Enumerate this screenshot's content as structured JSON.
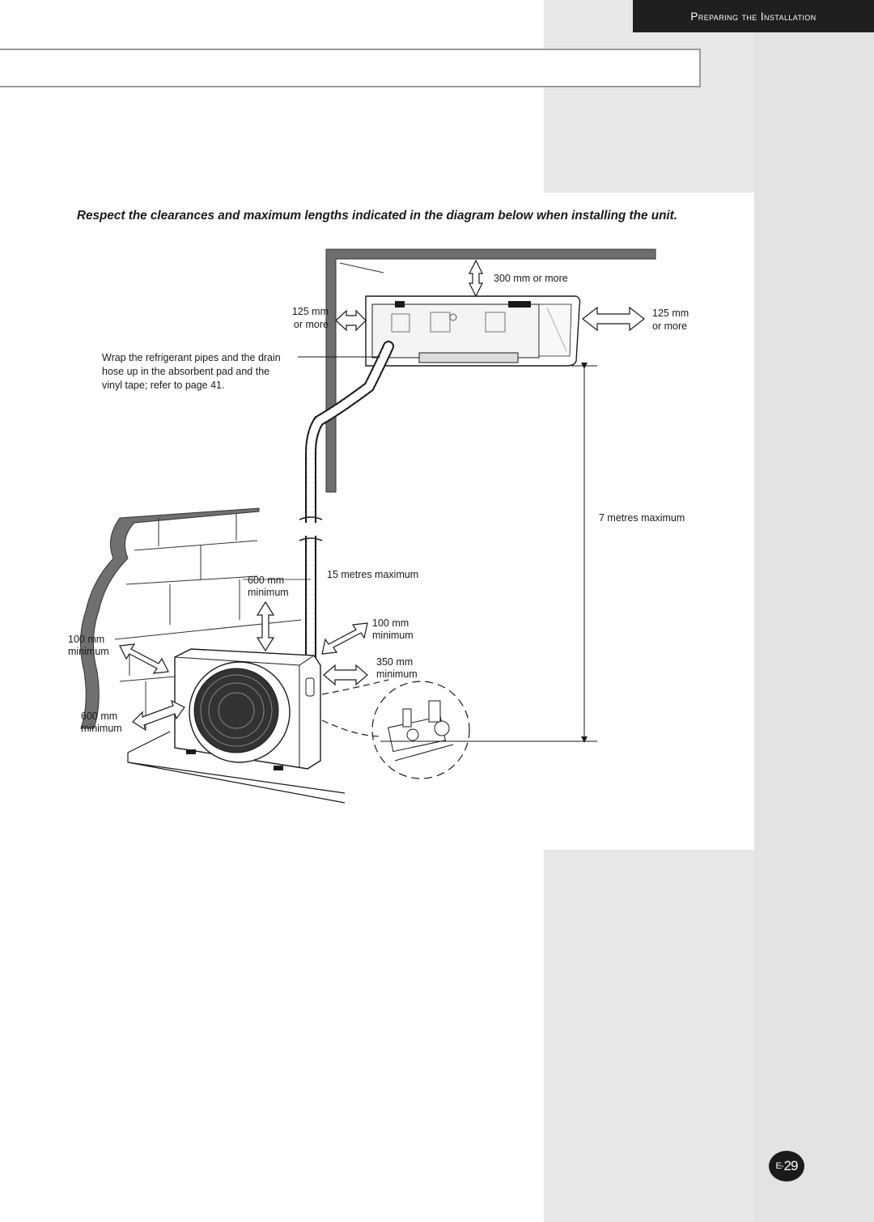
{
  "header": {
    "section_title": "Preparing the Installation"
  },
  "instruction": "Respect the clearances and maximum lengths indicated in the diagram below when installing the unit.",
  "diagram": {
    "top_clearance": "300 mm or more",
    "left_clearance_value": "125 mm",
    "left_clearance_suffix": "or more",
    "right_clearance_value": "125 mm",
    "right_clearance_suffix": "or more",
    "wrap_note_line1": "Wrap the refrigerant pipes and the drain",
    "wrap_note_line2": "hose up in the absorbent pad and the",
    "wrap_note_line3": "vinyl tape; refer to page 41.",
    "height_limit": "7 metres maximum",
    "pipe_length_limit": "15 metres maximum",
    "outdoor_top_value": "600 mm",
    "outdoor_top_suffix": "minimum",
    "outdoor_back_value": "100 mm",
    "outdoor_back_suffix": "minimum",
    "outdoor_front_value": "600 mm",
    "outdoor_front_suffix": "minimum",
    "outdoor_right_value": "100 mm",
    "outdoor_right_suffix": "minimum",
    "outdoor_side_value": "350 mm",
    "outdoor_side_suffix": "minimum"
  },
  "page_number": {
    "prefix": "E-",
    "number": "29"
  }
}
